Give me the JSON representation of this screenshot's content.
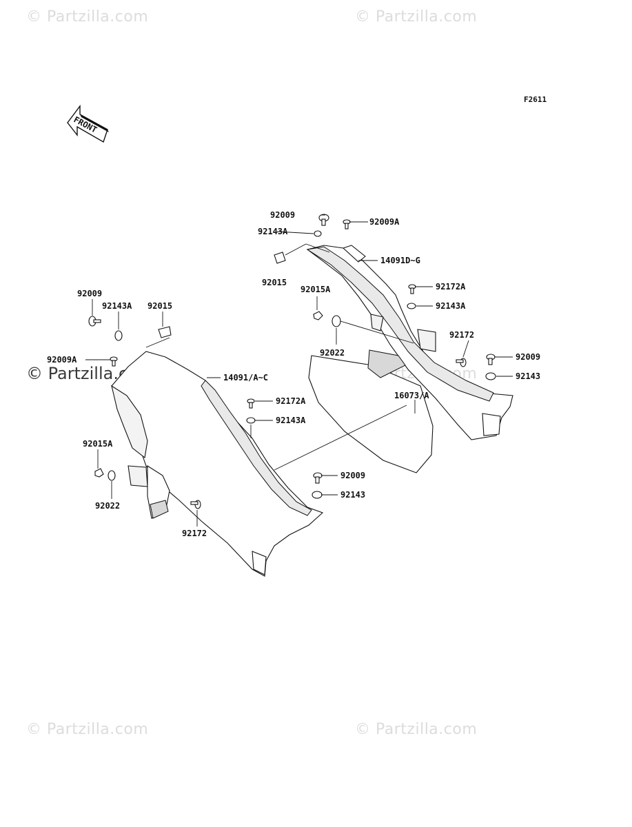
{
  "watermarks": {
    "top_left": "© Partzilla.com",
    "top_right": "© Partzilla.com",
    "center_left": "© Partzilla.com",
    "center_right": "© Partzilla.com",
    "bottom_left": "© Partzilla.com",
    "bottom_right": "© Partzilla.com"
  },
  "figure_code": "F2611",
  "front_arrow_label": "FRONT",
  "callouts": {
    "r_92009_top": "92009",
    "r_92009A_top": "92009A",
    "r_92143A_top": "92143A",
    "r_92015": "92015",
    "r_14091DG": "14091D~G",
    "r_92015A": "92015A",
    "r_92172A": "92172A",
    "r_92143A_mid": "92143A",
    "r_92172": "92172",
    "r_92022": "92022",
    "r_92009_mid": "92009",
    "r_92143_mid": "92143",
    "r_16073A": "16073/A",
    "l_92009": "92009",
    "l_92143A": "92143A",
    "l_92015": "92015",
    "l_92009A": "92009A",
    "l_14091AC": "14091/A~C",
    "l_92172A": "92172A",
    "l_92143A_b": "92143A",
    "l_92015A": "92015A",
    "l_92022": "92022",
    "l_92172": "92172",
    "l_92009_b": "92009",
    "l_92143_b": "92143"
  }
}
